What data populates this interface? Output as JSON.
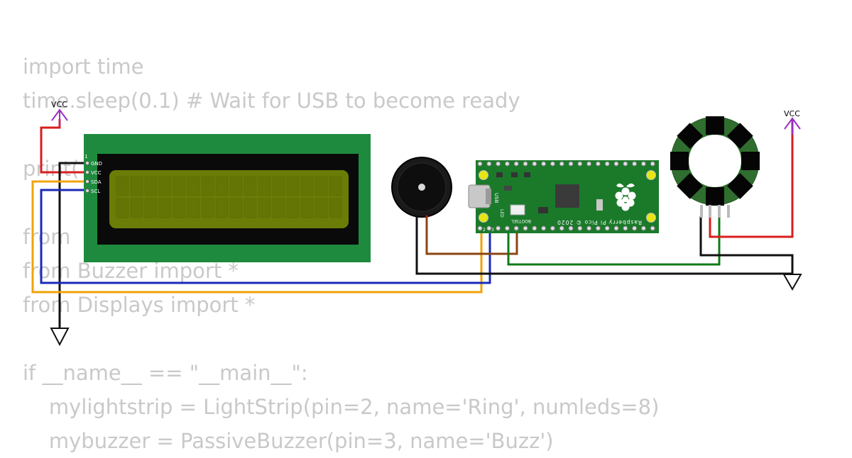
{
  "code_lines": [
    "import time",
    "time.sleep(0.1) # Wait for USB to become ready",
    "",
    "print(",
    "",
    "from",
    "from Buzzer import *",
    "from Displays import *",
    "",
    "if __name__ == \"__main__\":",
    "    mylightstrip = LightStrip(pin=2, name='Ring', numleds=8)",
    "    mybuzzer = PassiveBuzzer(pin=3, name='Buzz')"
  ],
  "power": {
    "vcc_left": "VCC",
    "vcc_right": "VCC"
  },
  "lcd": {
    "pin_number": "1",
    "pins": [
      "GND",
      "VCC",
      "SDA",
      "SCL"
    ]
  },
  "pico": {
    "silkscreen": "Raspberry Pi Pico © 2020",
    "bootsel": "BOOTSEL",
    "usb": "USB",
    "led": "LED",
    "pin_label_2": "2",
    "pin_label_3": "3"
  },
  "ring": {
    "led_count": 8
  },
  "colors": {
    "code_text": "#c9c9c9",
    "wire_red": "#d81e1e",
    "wire_black": "#111111",
    "wire_orange": "#f0a30a",
    "wire_blue": "#1a2ab8",
    "wire_brown": "#8b4513",
    "wire_green": "#0f7a16",
    "power_symbol": "#9b30c0",
    "lcd_board": "#1e8a3e",
    "lcd_screen": "#6b7d06",
    "pico_board": "#1a7a2a"
  }
}
